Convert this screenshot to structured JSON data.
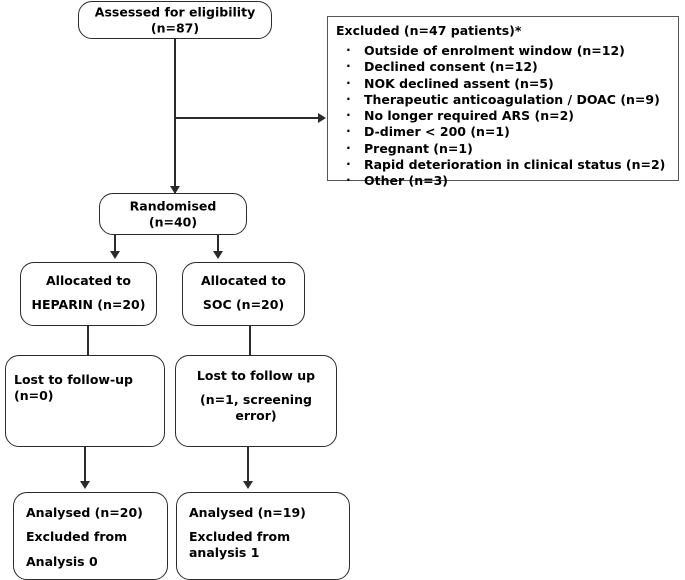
{
  "diagram": {
    "title": "CONSORT participant flow diagram",
    "nodes": {
      "assessed": {
        "line1": "Assessed for eligibility",
        "line2": "(n=87)"
      },
      "excluded": {
        "title": "Excluded (n=47 patients)*",
        "items": [
          "Outside of enrolment window (n=12)",
          "Declined consent (n=12)",
          "NOK declined assent (n=5)",
          "Therapeutic anticoagulation / DOAC (n=9)",
          "No longer required ARS (n=2)",
          "D-dimer < 200 (n=1)",
          "Pregnant (n=1)",
          "Rapid deterioration in clinical status (n=2)",
          "Other (n=3)"
        ]
      },
      "randomised": {
        "line1": "Randomised",
        "line2": "(n=40)"
      },
      "allocated_heparin": {
        "line1": "Allocated to",
        "line2": "HEPARIN (n=20)"
      },
      "allocated_soc": {
        "line1": "Allocated to",
        "line2": "SOC (n=20)"
      },
      "lost_heparin": {
        "line1": "Lost to follow-up (n=0)"
      },
      "lost_soc": {
        "line1": "Lost to follow up",
        "line2": "(n=1, screening error)"
      },
      "analysed_heparin": {
        "line1": "Analysed (n=20)",
        "line2": "Excluded from",
        "line3": "Analysis 0"
      },
      "analysed_soc": {
        "line1": "Analysed (n=19)",
        "line2": "Excluded from",
        "line3": "analysis 1"
      }
    },
    "colors": {
      "stroke": "#2b2b2b",
      "excluded_stroke": "#555555",
      "text": "#000000",
      "background": "#ffffff"
    }
  }
}
